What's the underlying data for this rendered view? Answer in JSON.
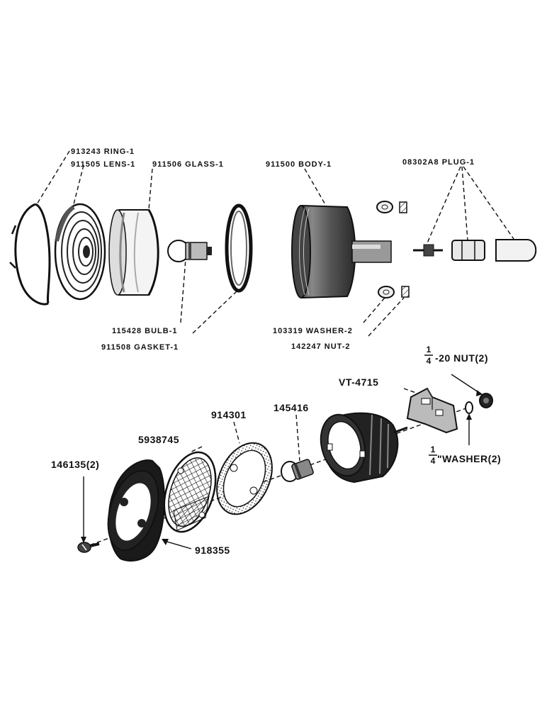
{
  "upper_assembly": {
    "ring": "913243 RING-1",
    "lens": "911505 LENS-1",
    "glass": "911506 GLASS-1",
    "body": "911500 BODY-1",
    "plug": "08302A8 PLUG-1",
    "bulb": "115428 BULB-1",
    "gasket": "911508 GASKET-1",
    "washer": "103319 WASHER-2",
    "nut": "142247 NUT-2"
  },
  "lower_assembly": {
    "bracket": "VT-4715",
    "nut_fraction_num": "1",
    "nut_fraction_den": "4",
    "nut_label": "-20 NUT(2)",
    "washer_fraction_num": "1",
    "washer_fraction_den": "4",
    "washer_label": "\"WASHER(2)",
    "bulb": "145416",
    "gasket": "914301",
    "lens": "5938745",
    "screw": "146135(2)",
    "rim": "918355"
  }
}
